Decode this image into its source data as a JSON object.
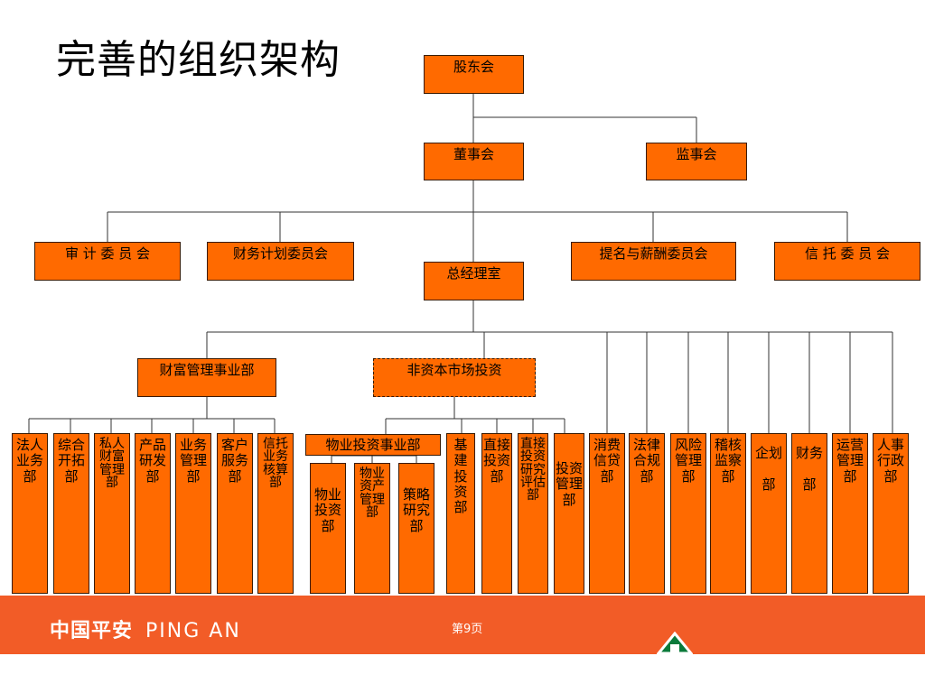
{
  "title": "完善的组织架构",
  "top": {
    "shareholders": "股东会",
    "board": "董事会",
    "supervisors": "监事会",
    "general_office": "总经理室"
  },
  "committees": [
    "审 计 委 员 会",
    "财务计划委员会",
    "提名与薪酬委员会",
    "信 托 委 员 会"
  ],
  "divisions": {
    "wealth": "财富管理事业部",
    "non_capital": "非资本市场投资",
    "property": "物业投资事业部"
  },
  "wealth_depts": [
    "法人业务部",
    "综合开拓部",
    "私人财富管理部",
    "产品研发部",
    "业务管理部",
    "客户服务部",
    "信托业务核算部"
  ],
  "property_depts": [
    "物业投资部",
    "物业资产管理部",
    "策略研究部"
  ],
  "nc_depts": [
    "基建投资部",
    "直接投资部",
    "直接投资研究评估部",
    "投资管理部"
  ],
  "other_depts": [
    "消费信贷部",
    "法律合规部",
    "风险管理部",
    "稽核监察部",
    "企划部",
    "财务部",
    "运营管理部",
    "人事行政部"
  ],
  "footer": {
    "logo_cn": "中国平安",
    "logo_en": "PING AN",
    "page": "第9页"
  },
  "colors": {
    "box": "#ff6a00",
    "footer": "#f25c27"
  }
}
